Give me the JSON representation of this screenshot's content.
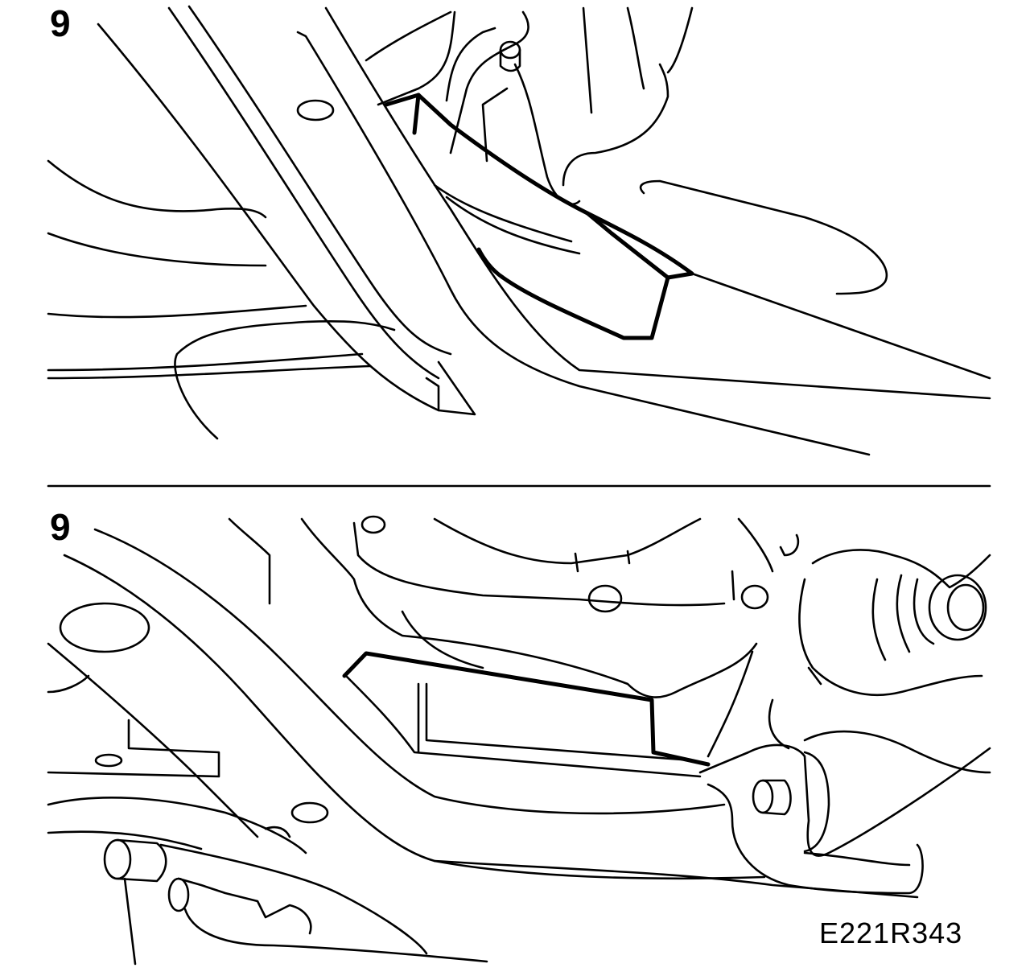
{
  "panels": [
    {
      "step_label": "9"
    },
    {
      "step_label": "9"
    }
  ],
  "figure_id": "E221R343"
}
